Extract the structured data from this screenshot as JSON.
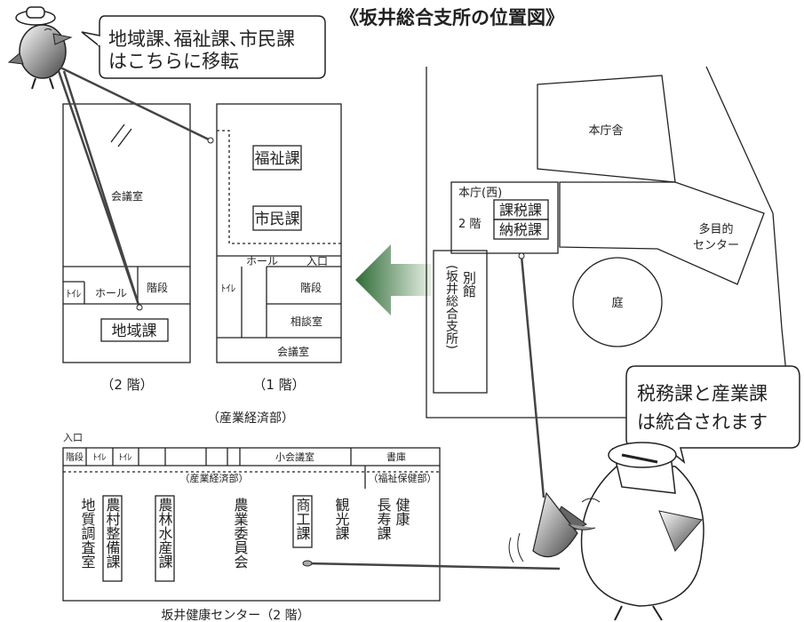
{
  "title": "《坂井総合支所の位置図》",
  "bubble_top": {
    "line1": "地域課､福祉課､市民課",
    "line2": "はこちらに移転"
  },
  "bubble_right": {
    "line1": "税務課と産業課",
    "line2": "は統合されます"
  },
  "floor2": {
    "caption": "（2 階）",
    "conference": "会議室",
    "toilet": "ﾄｲﾚ",
    "hall": "ホール",
    "stairs": "階段",
    "dept": "地域課"
  },
  "floor1": {
    "caption": "（1 階）",
    "welfare": "福祉課",
    "citizen": "市民課",
    "hall": "ホール",
    "entrance": "入口",
    "toilet": "ﾄｲﾚ",
    "stairs": "階段",
    "consult": "相談室",
    "conference": "会議室"
  },
  "sangyo_label": "（産業経済部）",
  "site": {
    "main_building": "本庁舎",
    "west_wing": "本庁(西)",
    "floor": "2 階",
    "tax1": "課税課",
    "tax2": "納税課",
    "annex": "別館",
    "annex_sub": "(坂井総合支所)",
    "multi": "多目的",
    "center": "センター",
    "garden": "庭"
  },
  "health": {
    "entrance": "入口",
    "stairs": "階段",
    "toilet1": "ﾄｲﾚ",
    "toilet2": "ﾄｲﾚ",
    "small_meeting": "小会議室",
    "archive": "書庫",
    "sangyo": "（産業経済部）",
    "fukushi": "（福祉保健部）",
    "d1": "地質調査室",
    "d2": "農村整備課",
    "d3": "農林水産課",
    "d4": "農業委員会",
    "d5": "商工課",
    "d6": "観光課",
    "d7a": "健康",
    "d7b": "長寿課",
    "caption": "坂井健康センター（2 階）"
  },
  "colors": {
    "arrow_dark": "#2e6b35",
    "arrow_light": "#e8f1e6"
  }
}
